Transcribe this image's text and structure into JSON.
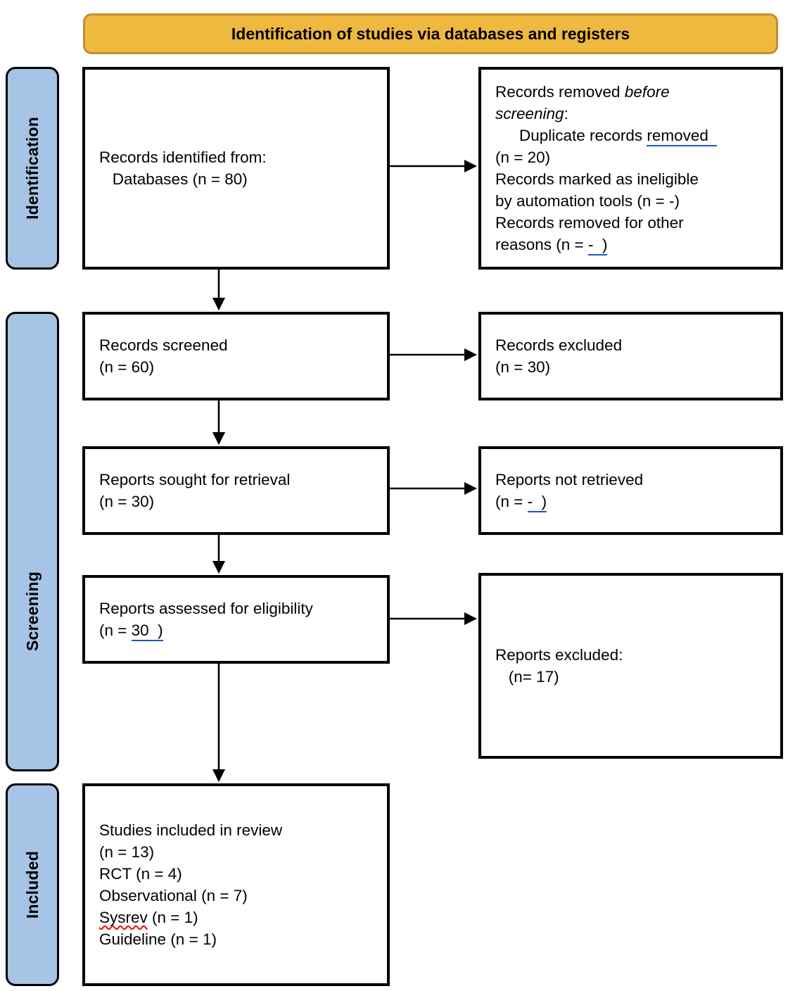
{
  "diagram": {
    "type": "prisma-flow-diagram",
    "header": {
      "title": "Identification of studies via databases and registers",
      "fill_color": "#efb93f",
      "border_color": "#bf8f30"
    },
    "phase_labels": [
      {
        "id": "identification",
        "label": "Identification",
        "fill_color": "#a6c4e6"
      },
      {
        "id": "screening",
        "label": "Screening",
        "fill_color": "#a6c4e6"
      },
      {
        "id": "included",
        "label": "Included",
        "fill_color": "#a6c4e6"
      }
    ],
    "boxes": {
      "records_identified": {
        "lines": [
          "Records identified from:",
          "   Databases (n = 80)"
        ]
      },
      "records_removed": {
        "line1a": "Records removed ",
        "line1b": "before",
        "line2a": "screening",
        "line2b": ":",
        "line3a": "Duplicate records ",
        "line3b": "removed  ",
        "line4": "(n = 20)",
        "line5": "Records marked as ineligible",
        "line6": "by automation tools (n = -)",
        "line7": "Records removed for other",
        "line8a": "reasons (n = ",
        "line8b": "-  )"
      },
      "records_screened": {
        "lines": [
          "Records screened",
          "(n = 60)"
        ]
      },
      "records_excluded": {
        "lines": [
          "Records excluded",
          "(n = 30)"
        ]
      },
      "reports_sought": {
        "lines": [
          "Reports sought for retrieval",
          "(n = 30)"
        ]
      },
      "reports_not_retrieved": {
        "line1": "Reports not retrieved",
        "line2a": "(n = ",
        "line2b": "-  )"
      },
      "reports_assessed": {
        "line1": "Reports assessed for eligibility",
        "line2a": "(n = ",
        "line2b": "30  )"
      },
      "reports_excluded": {
        "lines": [
          "Reports excluded:",
          "   (n= 17)"
        ]
      },
      "studies_included": {
        "line1": "Studies included in review",
        "line2": "(n = 13)",
        "line3": "RCT (n = 4)",
        "line4": "Observational (n = 7)",
        "line5a": "Sysrev",
        "line5b": " (n = 1)",
        "line6": "Guideline (n = 1)"
      }
    },
    "counts": {
      "records_identified_databases": 80,
      "duplicate_records_removed": 20,
      "records_marked_ineligible_by_automation": "-",
      "records_removed_other_reasons": "-",
      "records_screened": 60,
      "records_excluded": 30,
      "reports_sought_for_retrieval": 30,
      "reports_not_retrieved": "-",
      "reports_assessed_for_eligibility": 30,
      "reports_excluded": 17,
      "studies_included_total": 13,
      "studies_included_rct": 4,
      "studies_included_observational": 7,
      "studies_included_sysrev": 1,
      "studies_included_guideline": 1
    }
  }
}
